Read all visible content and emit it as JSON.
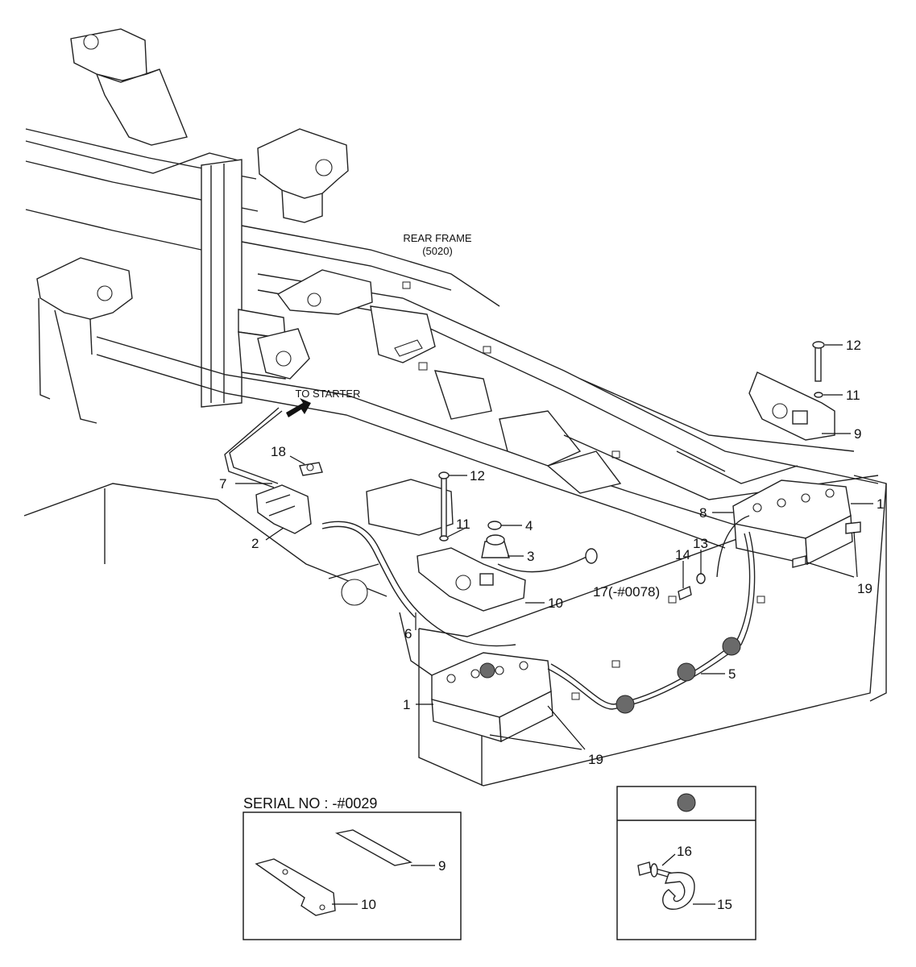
{
  "labels": {
    "rear_frame": "REAR FRAME",
    "rear_frame_code": "(5020)",
    "to_starter": "TO STARTER",
    "serial_no": "SERIAL NO : -#0029"
  },
  "callouts": {
    "c12_top": "12",
    "c11_top": "11",
    "c9_top": "9",
    "c1_right": "1",
    "c19_right": "19",
    "c8": "8",
    "c13": "13",
    "c14": "14",
    "c12_mid": "12",
    "c11_mid": "11",
    "c4": "4",
    "c3": "3",
    "c17": "17(-#0078)",
    "c10_mid": "10",
    "c18": "18",
    "c7": "7",
    "c2": "2",
    "c6": "6",
    "c5": "5",
    "c1_left": "1",
    "c19_left": "19",
    "c9_inset": "9",
    "c10_inset": "10",
    "c16": "16",
    "c15": "15"
  }
}
